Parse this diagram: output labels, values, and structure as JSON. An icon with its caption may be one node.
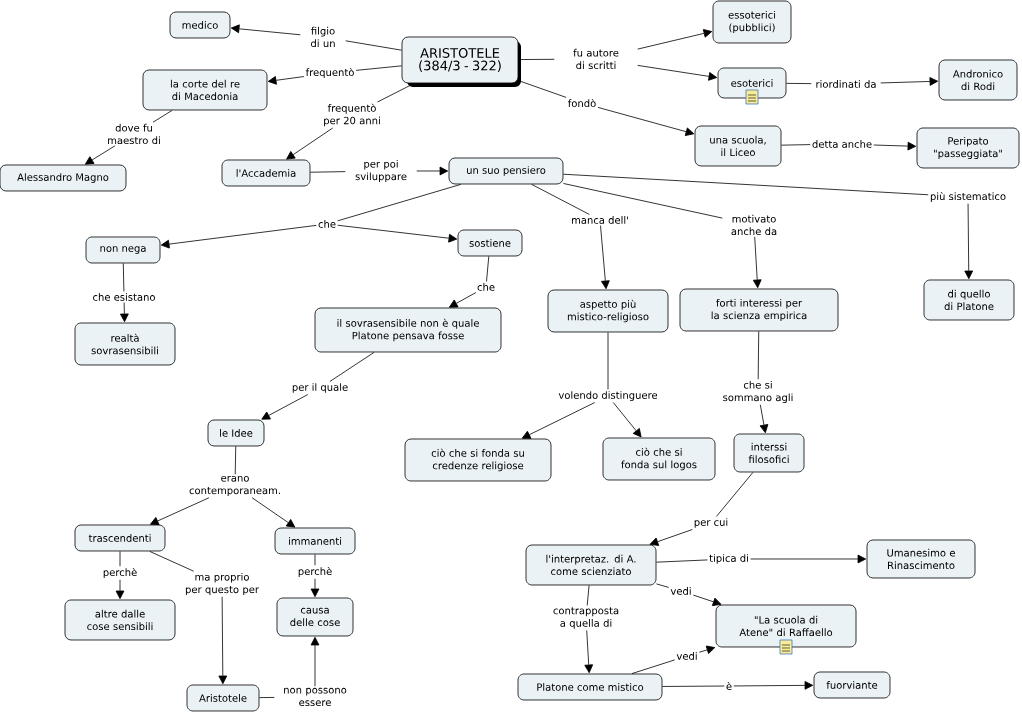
{
  "diagram": {
    "nodes": [
      {
        "text": [
          "ARISTOTELE (384/3 - 322)"
        ]
      },
      {
        "text": [
          "medico"
        ]
      },
      {
        "text": [
          "la corte del re di Macedonia"
        ]
      },
      {
        "text": [
          "Alessandro Magno"
        ]
      },
      {
        "text": [
          "l'Accademia"
        ]
      },
      {
        "text": [
          "un suo pensiero"
        ]
      },
      {
        "text": [
          "essoterici (pubblici)"
        ]
      },
      {
        "text": [
          "esoterici"
        ]
      },
      {
        "text": [
          "Andronico di Rodi"
        ]
      },
      {
        "text": [
          "una scuola, il Liceo"
        ]
      },
      {
        "text": [
          "Peripato \"passeggiata\""
        ]
      },
      {
        "text": [
          "non nega"
        ]
      },
      {
        "text": [
          "sostiene"
        ]
      },
      {
        "text": [
          "realtà sovrasensibili"
        ]
      },
      {
        "text": [
          "il sovrasensibile non è quale Platone pensava fosse"
        ]
      },
      {
        "text": [
          "aspetto più mistico-religioso"
        ]
      },
      {
        "text": [
          "forti interessi per la scienza empirica"
        ]
      },
      {
        "text": [
          "di quello di Platone"
        ]
      },
      {
        "text": [
          "le Idee"
        ]
      },
      {
        "text": [
          "ciò che si fonda su credenze religiose"
        ]
      },
      {
        "text": [
          "ciò che si fonda sul logos"
        ]
      },
      {
        "text": [
          "interssi filosofici"
        ]
      },
      {
        "text": [
          "trascendenti"
        ]
      },
      {
        "text": [
          "immanenti"
        ]
      },
      {
        "text": [
          "altre dalle cose sensibili"
        ]
      },
      {
        "text": [
          "causa delle cose"
        ]
      },
      {
        "text": [
          "Aristotele"
        ]
      },
      {
        "text": [
          "l'interpretaz. di A. come scienziato"
        ]
      },
      {
        "text": [
          "Umanesimo e Rinascimento"
        ]
      },
      {
        "text": [
          "\"La scuola di Atene\" di Raffaello"
        ]
      },
      {
        "text": [
          "Platone come mistico"
        ]
      },
      {
        "text": [
          "fuorviante"
        ]
      },
      {
        "text": [
          "filgio di un"
        ]
      },
      {
        "text": [
          "frequentò"
        ]
      },
      {
        "text": [
          "frequentò per 20 anni"
        ]
      },
      {
        "text": [
          "dove fu maestro di"
        ]
      },
      {
        "text": [
          "per poi sviluppare"
        ]
      },
      {
        "text": [
          "fu autore di scritti"
        ]
      },
      {
        "text": [
          "fondò"
        ]
      },
      {
        "text": [
          "riordinati da"
        ]
      },
      {
        "text": [
          "detta anche"
        ]
      },
      {
        "text": [
          "che"
        ]
      },
      {
        "text": [
          "manca dell'"
        ]
      },
      {
        "text": [
          "motivato anche da"
        ]
      },
      {
        "text": [
          "più sistematico"
        ]
      },
      {
        "text": [
          "che esistano"
        ]
      },
      {
        "text": [
          "che"
        ]
      },
      {
        "text": [
          "per il quale"
        ]
      },
      {
        "text": [
          "volendo distinguere"
        ]
      },
      {
        "text": [
          "che si sommano agli"
        ]
      },
      {
        "text": [
          "erano contemporaneam."
        ]
      },
      {
        "text": [
          "perchè"
        ]
      },
      {
        "text": [
          "ma proprio per questo per"
        ]
      },
      {
        "text": [
          "perchè"
        ]
      },
      {
        "text": [
          "non possono essere"
        ]
      },
      {
        "text": [
          "per cui"
        ]
      },
      {
        "text": [
          "tipica di"
        ]
      },
      {
        "text": [
          "vedi"
        ]
      },
      {
        "text": [
          "contrapposta a quella di"
        ]
      },
      {
        "text": [
          "vedi"
        ]
      },
      {
        "text": [
          "è"
        ]
      }
    ],
    "edges": [
      {
        "from": 0,
        "to": 32,
        "arrow": "none"
      },
      {
        "from": 32,
        "to": 1,
        "arrow": "to"
      },
      {
        "from": 0,
        "to": 33,
        "arrow": "none"
      },
      {
        "from": 33,
        "to": 2,
        "arrow": "to"
      },
      {
        "from": 0,
        "to": 34,
        "arrow": "none"
      },
      {
        "from": 34,
        "to": 4,
        "arrow": "to"
      },
      {
        "from": 2,
        "to": 35,
        "arrow": "none"
      },
      {
        "from": 35,
        "to": 3,
        "arrow": "to"
      },
      {
        "from": 4,
        "to": 36,
        "arrow": "none"
      },
      {
        "from": 36,
        "to": 5,
        "arrow": "to"
      },
      {
        "from": 0,
        "to": 37,
        "arrow": "none"
      },
      {
        "from": 37,
        "to": 6,
        "arrow": "to"
      },
      {
        "from": 37,
        "to": 7,
        "arrow": "to"
      },
      {
        "from": 0,
        "to": 38,
        "arrow": "none"
      },
      {
        "from": 38,
        "to": 9,
        "arrow": "to"
      },
      {
        "from": 7,
        "to": 39,
        "arrow": "none"
      },
      {
        "from": 39,
        "to": 8,
        "arrow": "to"
      },
      {
        "from": 9,
        "to": 40,
        "arrow": "none"
      },
      {
        "from": 40,
        "to": 10,
        "arrow": "to"
      },
      {
        "from": 5,
        "to": 41,
        "arrow": "none"
      },
      {
        "from": 41,
        "to": 11,
        "arrow": "to"
      },
      {
        "from": 41,
        "to": 12,
        "arrow": "to"
      },
      {
        "from": 5,
        "to": 42,
        "arrow": "none"
      },
      {
        "from": 42,
        "to": 15,
        "arrow": "to"
      },
      {
        "from": 5,
        "to": 43,
        "arrow": "none"
      },
      {
        "from": 43,
        "to": 16,
        "arrow": "to"
      },
      {
        "from": 5,
        "to": 44,
        "arrow": "none"
      },
      {
        "from": 44,
        "to": 17,
        "arrow": "to"
      },
      {
        "from": 11,
        "to": 45,
        "arrow": "none"
      },
      {
        "from": 45,
        "to": 13,
        "arrow": "to"
      },
      {
        "from": 12,
        "to": 46,
        "arrow": "none"
      },
      {
        "from": 46,
        "to": 14,
        "arrow": "to"
      },
      {
        "from": 14,
        "to": 47,
        "arrow": "none"
      },
      {
        "from": 47,
        "to": 18,
        "arrow": "to"
      },
      {
        "from": 15,
        "to": 48,
        "arrow": "none"
      },
      {
        "from": 48,
        "to": 19,
        "arrow": "to"
      },
      {
        "from": 48,
        "to": 20,
        "arrow": "to"
      },
      {
        "from": 16,
        "to": 49,
        "arrow": "none"
      },
      {
        "from": 49,
        "to": 21,
        "arrow": "to"
      },
      {
        "from": 18,
        "to": 50,
        "arrow": "none"
      },
      {
        "from": 50,
        "to": 22,
        "arrow": "to"
      },
      {
        "from": 50,
        "to": 23,
        "arrow": "to"
      },
      {
        "from": 22,
        "to": 51,
        "arrow": "none"
      },
      {
        "from": 51,
        "to": 24,
        "arrow": "to"
      },
      {
        "from": 22,
        "to": 52,
        "arrow": "none"
      },
      {
        "from": 52,
        "to": 26,
        "arrow": "to"
      },
      {
        "from": 23,
        "to": 53,
        "arrow": "none"
      },
      {
        "from": 53,
        "to": 25,
        "arrow": "to"
      },
      {
        "from": 26,
        "to": 54,
        "arrow": "none"
      },
      {
        "from": 54,
        "to": 25,
        "arrow": "to"
      },
      {
        "from": 21,
        "to": 55,
        "arrow": "none"
      },
      {
        "from": 55,
        "to": 27,
        "arrow": "to"
      },
      {
        "from": 27,
        "to": 56,
        "arrow": "none"
      },
      {
        "from": 56,
        "to": 28,
        "arrow": "to"
      },
      {
        "from": 27,
        "to": 57,
        "arrow": "none"
      },
      {
        "from": 57,
        "to": 29,
        "arrow": "to"
      },
      {
        "from": 27,
        "to": 58,
        "arrow": "none"
      },
      {
        "from": 58,
        "to": 30,
        "arrow": "to"
      },
      {
        "from": 30,
        "to": 59,
        "arrow": "none"
      },
      {
        "from": 59,
        "to": 29,
        "arrow": "to"
      },
      {
        "from": 30,
        "to": 60,
        "arrow": "none"
      },
      {
        "from": 60,
        "to": 31,
        "arrow": "to"
      }
    ]
  }
}
